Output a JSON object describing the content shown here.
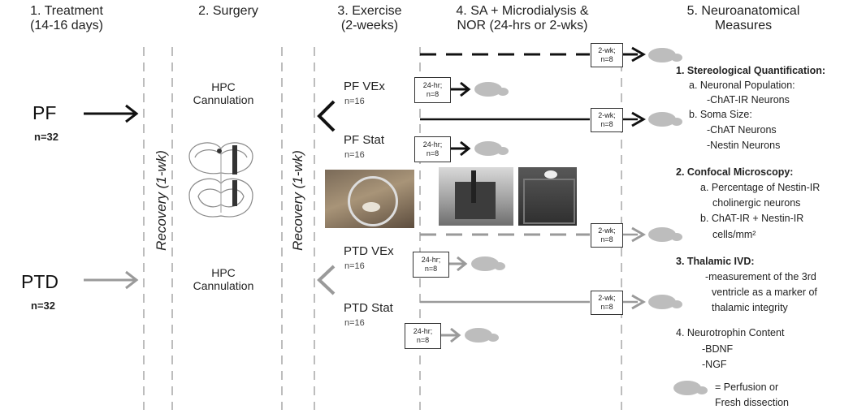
{
  "columns": {
    "treatment": [
      "1. Treatment",
      "(14-16 days)"
    ],
    "surgery": [
      "2. Surgery"
    ],
    "exercise": [
      "3. Exercise",
      "(2-weeks)"
    ],
    "testing": [
      "4. SA + Microdialysis  &",
      "NOR  (24-hrs or 2-wks)"
    ],
    "measures": [
      "5. Neuroanatomical",
      "Measures"
    ]
  },
  "groups": {
    "pf": {
      "label": "PF",
      "n": "n=32"
    },
    "ptd": {
      "label": "PTD",
      "n": "n=32"
    }
  },
  "recovery": [
    "Recovery (1-wk)",
    "Recovery (1-wk)"
  ],
  "surgery_labels": [
    [
      "HPC",
      "Cannulation"
    ],
    [
      "HPC",
      "Cannulation"
    ]
  ],
  "subgroups": [
    {
      "label": "PF VEx",
      "n": "n=16"
    },
    {
      "label": "PF Stat",
      "n": "n=16"
    },
    {
      "label": "PTD VEx",
      "n": "n=16"
    },
    {
      "label": "PTD Stat",
      "n": "n=16"
    }
  ],
  "boxes": {
    "b24": [
      "24-hr;",
      "n=8"
    ],
    "b2wk": [
      "2-wk;",
      "n=8"
    ]
  },
  "measures": {
    "sec1": {
      "title": "1. Stereological Quantification:",
      "lines": [
        "a. Neuronal Population:",
        "-ChAT-IR Neurons",
        "b. Soma Size:",
        "-ChAT Neurons",
        "-Nestin Neurons"
      ]
    },
    "sec2": {
      "title": "2. Confocal Microscopy:",
      "lines": [
        "a. Percentage of Nestin-IR",
        "cholinergic neurons",
        "b. ChAT-IR + Nestin-IR",
        "cells/mm²"
      ]
    },
    "sec3": {
      "title": "3. Thalamic IVD:",
      "lines": [
        "-measurement of the 3rd",
        "ventricle as a marker of",
        "thalamic integrity"
      ]
    },
    "sec4": {
      "title": "4. Neurotrophin Content",
      "lines": [
        "-BDNF",
        "-NGF"
      ]
    },
    "legend": [
      "= Perfusion or",
      "Fresh dissection"
    ]
  },
  "colors": {
    "black": "#111111",
    "gray": "#9a9a9a",
    "divider": "#bdbdbd",
    "brain": "#bdbdbd"
  }
}
